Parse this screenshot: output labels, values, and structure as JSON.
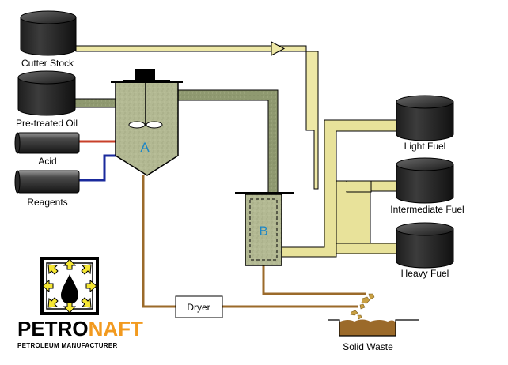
{
  "labels": {
    "cutter_stock": "Cutter Stock",
    "pretreated_oil": "Pre-treated Oil",
    "acid": "Acid",
    "reagents": "Reagents",
    "light_fuel": "Light Fuel",
    "intermediate_fuel": "Intermediate Fuel",
    "heavy_fuel": "Heavy Fuel",
    "dryer": "Dryer",
    "solid_waste": "Solid Waste"
  },
  "vessels": {
    "a": "A",
    "b": "B"
  },
  "logo": {
    "petro": "PETRO",
    "naft": "NAFT",
    "subtitle": "PETROLEUM MANUFACTURER"
  },
  "colors": {
    "cutter_line": "#eee8a6",
    "product_line": "#e8e29a",
    "feed_line": "#8f9970",
    "waste_line": "#9b6a2a",
    "acid_line": "#c8402a",
    "reagent_line": "#1a2a9c",
    "vessel_fill": "#aab386",
    "logo_orange": "#f29a1f",
    "logo_yellow": "#f5e633"
  }
}
